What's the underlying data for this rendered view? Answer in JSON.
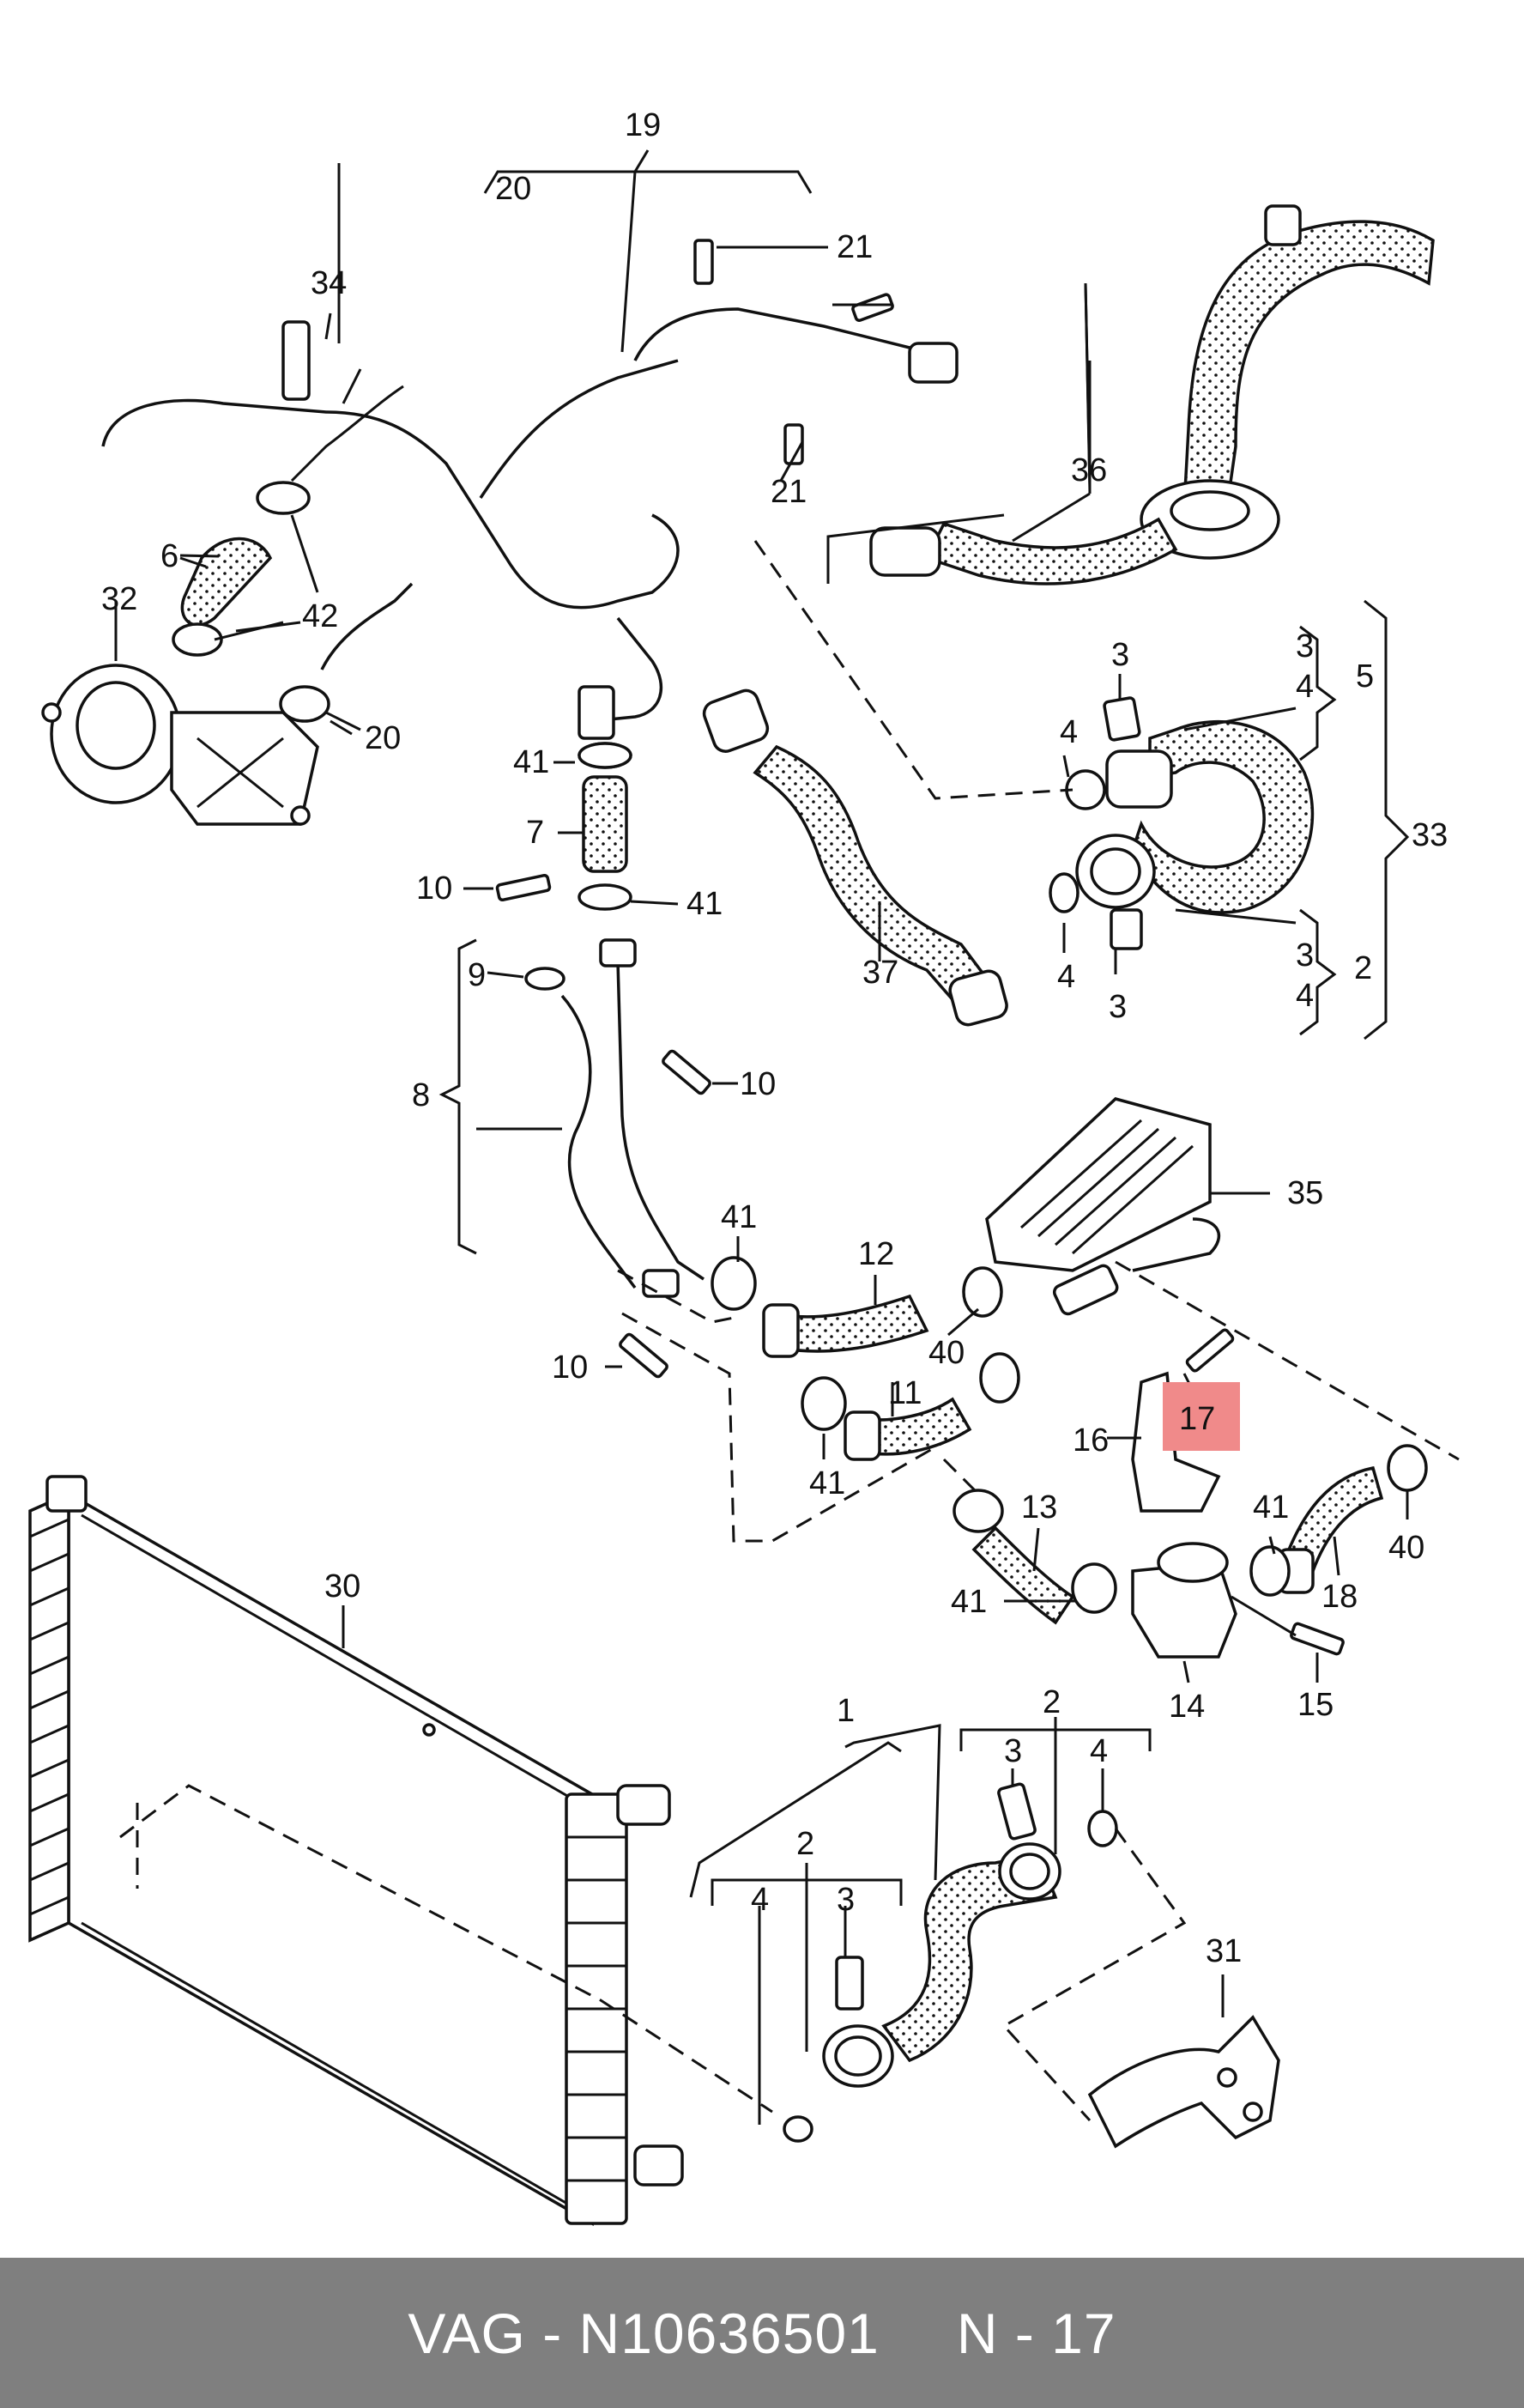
{
  "labels": {
    "l1": "1",
    "l2a": "2",
    "l2b": "2",
    "l2c": "2",
    "l3a": "3",
    "l3b": "3",
    "l3c": "3",
    "l3d": "3",
    "l3e": "3",
    "l3f": "3",
    "l4a": "4",
    "l4b": "4",
    "l4c": "4",
    "l4d": "4",
    "l4e": "4",
    "l4f": "4",
    "l5": "5",
    "l6": "6",
    "l7": "7",
    "l8": "8",
    "l9": "9",
    "l10a": "10",
    "l10b": "10",
    "l10c": "10",
    "l11": "11",
    "l12": "12",
    "l13": "13",
    "l14": "14",
    "l15": "15",
    "l16": "16",
    "l17": "17",
    "l18": "18",
    "l19": "19",
    "l20a": "20",
    "l20b": "20",
    "l21a": "21",
    "l21b": "21",
    "l30": "30",
    "l31": "31",
    "l32": "32",
    "l33": "33",
    "l34": "34",
    "l35": "35",
    "l36": "36",
    "l37": "37",
    "l40a": "40",
    "l40b": "40",
    "l41a": "41",
    "l41b": "41",
    "l41c": "41",
    "l41d": "41",
    "l41e": "41",
    "l41f": "41",
    "l42": "42"
  },
  "highlight_color": "#f08a8a",
  "footer": {
    "brand": "VAG - N10636501",
    "ref": "N - 17"
  }
}
